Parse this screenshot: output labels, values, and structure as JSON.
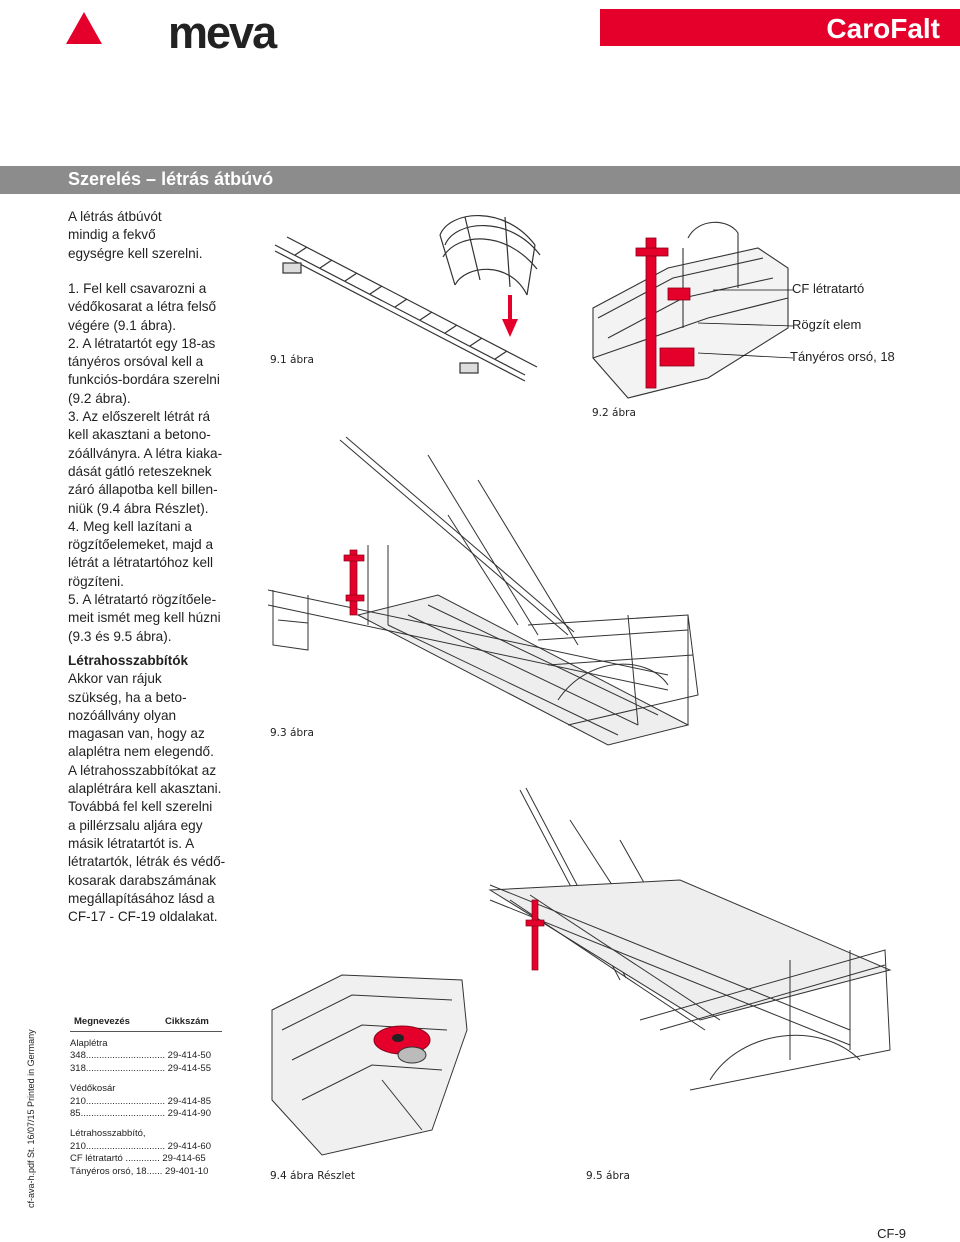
{
  "header": {
    "brand": "meva",
    "product": "CaroFalt",
    "brand_color": "#e4002b"
  },
  "section": {
    "title": "Szerelés – létrás átbúvó"
  },
  "intro_lines": [
    "A létrás átbúvót",
    "mindig a fekvő",
    "egységre kell szerelni."
  ],
  "steps_lines": [
    "1. Fel kell csavarozni a",
    "védőkosarat a létra felső",
    "végére (9.1 ábra).",
    "2. A létratartót egy 18-as",
    "tányéros orsóval kell a",
    "funkciós-bordára szerelni",
    "(9.2 ábra).",
    "3. Az előszerelt létrát rá",
    "kell akasztani a betono-",
    "zóállványra. A létra kiaka-",
    "dását gátló reteszeknek",
    "záró állapotba kell billen-",
    "niük (9.4 ábra Részlet).",
    "4. Meg kell lazítani a",
    "rögzítőelemeket, majd a",
    "létrát a létratartóhoz kell",
    "rögzíteni.",
    "5. A létratartó rögzítőele-",
    "meit ismét meg kell húzni",
    "(9.3 és 9.5 ábra)."
  ],
  "extensions": {
    "heading": "Létrahosszabbítók",
    "lines": [
      "Akkor van rájuk",
      "szükség, ha a beto-",
      "nozóállvány olyan",
      "magasan van, hogy az",
      "alaplétra nem elegendő.",
      "A létrahosszabbítókat az",
      "alaplétrára kell akasztani.",
      "Továbbá fel kell szerelni",
      "a pillérzsalu aljára egy",
      "másik létratartót is. A",
      "létratartók, létrák és védő-",
      "kosarak darabszámának",
      "megállapításához lásd a",
      "CF-17 - CF-19 oldalakat."
    ]
  },
  "figures": {
    "fig91": "9.1 ábra",
    "fig92": "9.2 ábra",
    "fig93": "9.3 ábra",
    "fig94": "9.4 ábra Részlet",
    "fig95": "9.5 ábra"
  },
  "callouts": {
    "c1": "CF létratartó",
    "c2": "Rögzít elem",
    "c3": "Tányéros orsó, 18"
  },
  "parts_table": {
    "col_name": "Megnevezés",
    "col_number": "Cikkszám",
    "groups": [
      {
        "title": "Alaplétra",
        "rows": [
          "348.............................. 29-414-50",
          "318.............................. 29-414-55"
        ]
      },
      {
        "title": "Védőkosár",
        "rows": [
          "210.............................. 29-414-85",
          "85................................ 29-414-90"
        ]
      },
      {
        "title": "Létrahosszabbító,",
        "rows": [
          "210.............................. 29-414-60",
          "CF létratartó ............. 29-414-65",
          "Tányéros orsó, 18...... 29-401-10"
        ]
      }
    ]
  },
  "side_note": "cf-ava-h.pdf St. 16/07/15 Printed in Germany",
  "page_number": "CF-9"
}
